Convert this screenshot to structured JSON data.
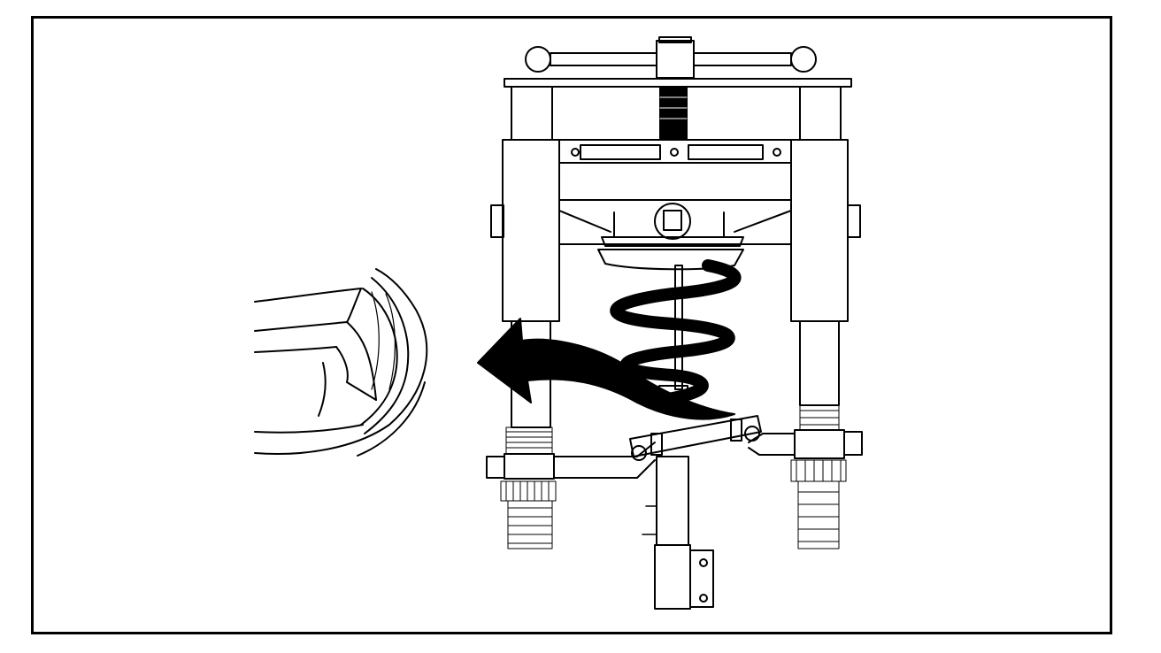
{
  "figure": {
    "description_free": true,
    "line_color": "#000000",
    "background_color": "#ffffff",
    "icons": [
      "spring-compressor-tool",
      "coil-spring",
      "strut-assembly",
      "rotation-arrow",
      "spring-seat-detail-view"
    ]
  }
}
